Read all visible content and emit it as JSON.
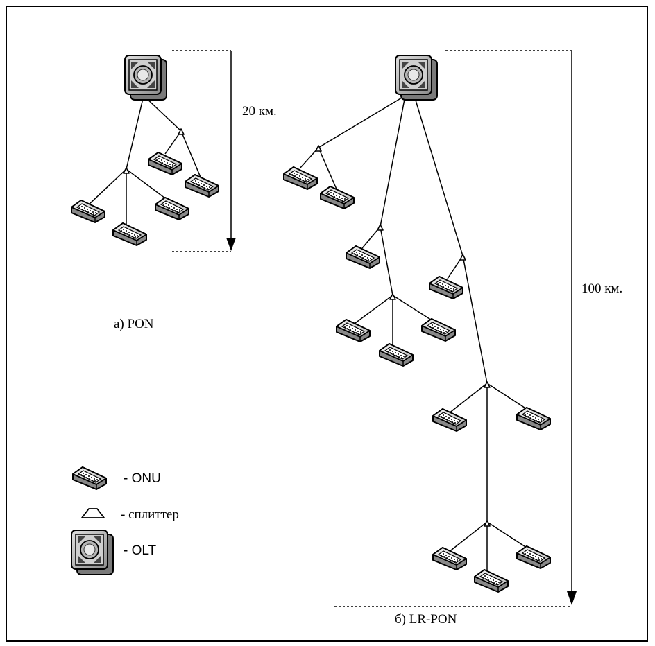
{
  "diagram": {
    "pon_distance": "20 км.",
    "lrpon_distance": "100 км.",
    "pon_caption": "а) PON",
    "lrpon_caption": "б) LR-PON"
  },
  "legend": {
    "onu_label": "- ONU",
    "splitter_label": "- сплиттер",
    "olt_label": "- OLT"
  },
  "icons": {
    "olt": "olt-icon",
    "onu": "onu-icon",
    "splitter": "splitter-icon"
  }
}
